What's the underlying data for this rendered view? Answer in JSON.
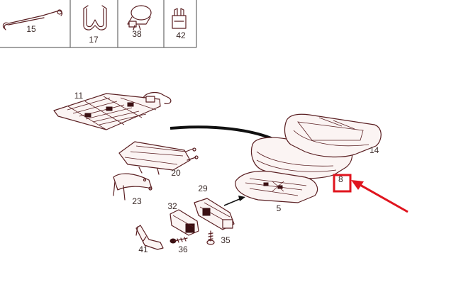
{
  "legend_items": [
    {
      "number": "15",
      "icon": "tension-wire-icon"
    },
    {
      "number": "17",
      "icon": "clamp-clip-icon"
    },
    {
      "number": "38",
      "icon": "cable-tie-icon"
    },
    {
      "number": "42",
      "icon": "retaining-clip-icon"
    }
  ],
  "callouts": {
    "p11": "11",
    "p14": "14",
    "p8": "8",
    "p20": "20",
    "p5": "5",
    "p29": "29",
    "p23": "23",
    "p32": "32",
    "p41": "41",
    "p36": "36",
    "p35": "35"
  },
  "colors": {
    "line_art": "#5a1f22",
    "labels": "#3a2a28",
    "highlight": "#e0141e"
  }
}
